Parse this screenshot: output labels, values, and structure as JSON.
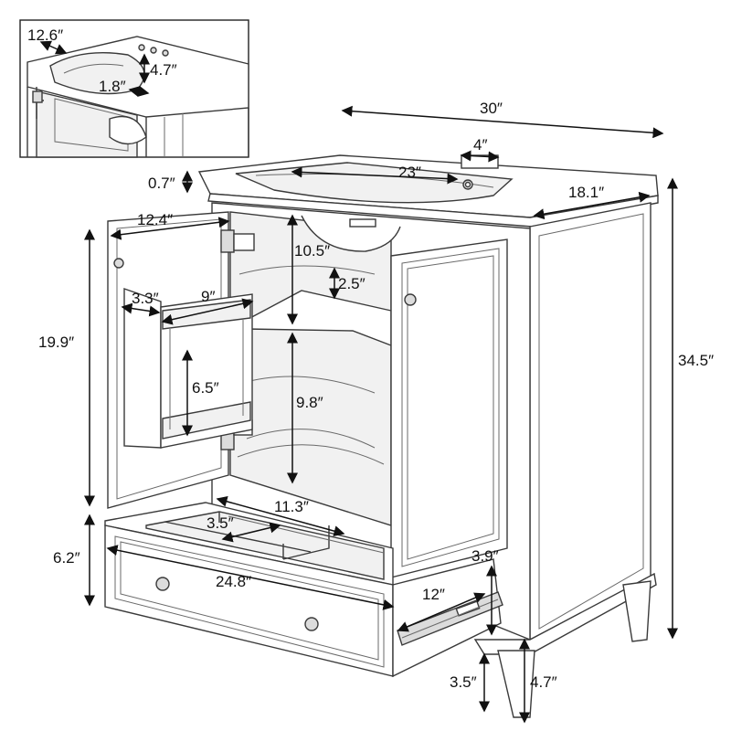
{
  "dimensions": {
    "inset_sink_length": "12.6″",
    "inset_faucet_spacing": "4.7″",
    "inset_overflow": "1.8″",
    "overall_width": "30″",
    "faucet_hole": "4″",
    "basin_width": "23″",
    "top_thickness": "0.7″",
    "depth": "18.1″",
    "door_width": "12.4″",
    "basin_depth": "10.5″",
    "shelf_gap": "2.5″",
    "rack_depth": "3.3″",
    "rack_width": "9″",
    "door_height": "19.9″",
    "rack_height": "6.5″",
    "cabinet_inner_height": "9.8″",
    "overall_height": "34.5″",
    "drawer_inner_width": "11.3″",
    "drawer_divider": "3.5″",
    "drawer_height": "6.2″",
    "drawer_width": "24.8″",
    "drawer_depth_side": "3.9″",
    "drawer_slide_length": "12″",
    "toe_kick": "3.5″",
    "leg_height": "4.7″"
  },
  "colors": {
    "line": "#3a3a3a",
    "text": "#111111",
    "background": "#ffffff"
  }
}
